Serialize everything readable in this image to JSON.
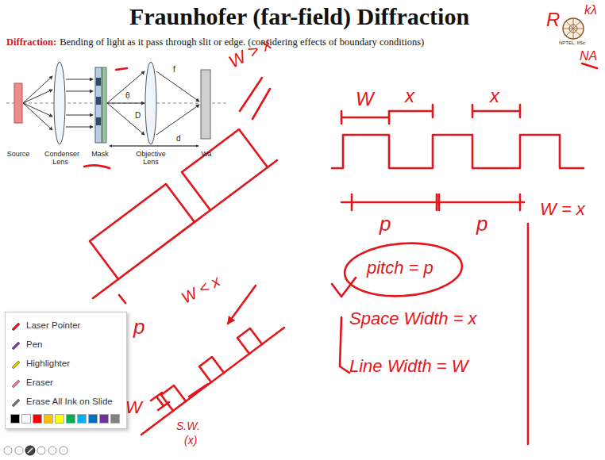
{
  "diagram": {
    "title": "Fraunhofer (far-field) Diffraction",
    "nodes": [
      {
        "text": [
          "Laser Pointer",
          "Pen",
          "Highlighter",
          "Eraser",
          "Erase All Ink on Slide"
        ]
      }
    ],
    "labels": [
      "Diffraction:",
      "Bending of light as it pass through slit or edge. (considering effects of boundary conditions)",
      "Source",
      "Condenser Lens",
      "Mask",
      "Objective Lens",
      "Wa",
      "θ",
      "f",
      "D",
      "d",
      "NPTEL, IISc",
      "R",
      "kλ",
      "NA",
      "W > x",
      "W < x",
      "p",
      "W",
      "S.W.",
      "(x)",
      "W",
      "x",
      "x",
      "p",
      "p",
      "pitch = p",
      "Space Width = x",
      "Line Width = W",
      "W = x"
    ]
  }
}
